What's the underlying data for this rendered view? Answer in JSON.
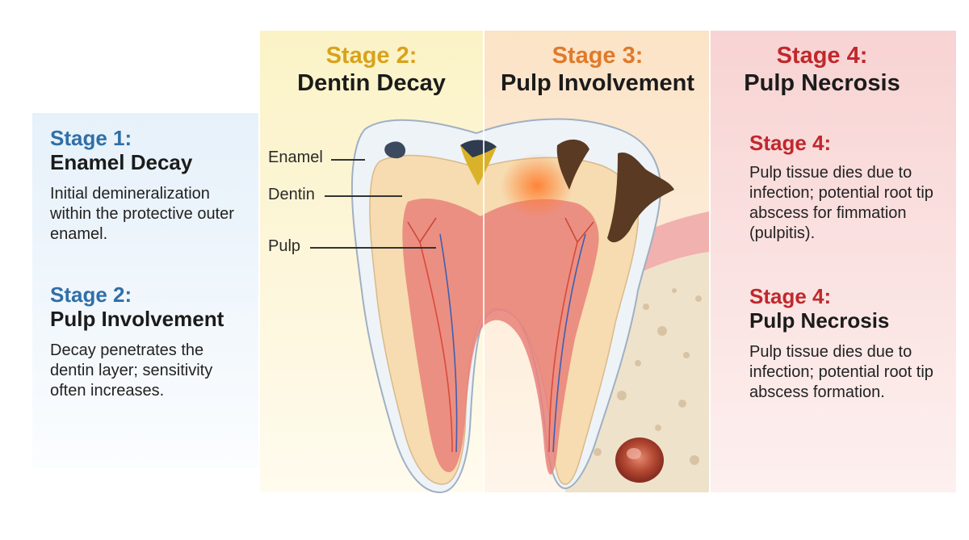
{
  "colors": {
    "stage1": "#2f6fa8",
    "stage2": "#d9a21b",
    "stage3": "#e07a2a",
    "stage4": "#c0282c",
    "enamel": "#eef3f8",
    "dentin": "#f6dcb0",
    "pulp": "#e9817a",
    "bone": "#f1e6d2",
    "gum": "#f1b1ae",
    "decay": "#5a3a22",
    "abscess": "#b44a33"
  },
  "header": {
    "stage2_label": "Stage 2:",
    "stage2_title": "Dentin Decay",
    "stage3_label": "Stage 3:",
    "stage3_title": "Pulp Involvement",
    "stage4_label": "Stage 4:",
    "stage4_title": "Pulp Necrosis"
  },
  "left": {
    "block1": {
      "label": "Stage 1:",
      "title": "Enamel Decay",
      "desc": "Initial demineralization within the protective outer enamel."
    },
    "block2": {
      "label": "Stage 2:",
      "title": "Pulp Involvement",
      "desc": "Decay penetrates the dentin layer; sensitivity often increases."
    }
  },
  "right": {
    "block1": {
      "label": "Stage 4:",
      "desc": "Pulp tissue dies due to infection; potential root tip abscess for fimmation (pulpitis)."
    },
    "block2": {
      "label": "Stage 4:",
      "title": "Pulp Necrosis",
      "desc": "Pulp tissue dies due to infection; potential root tip abscess formation."
    }
  },
  "labels": {
    "enamel": "Enamel",
    "dentin": "Dentin",
    "pulp": "Pulp"
  }
}
